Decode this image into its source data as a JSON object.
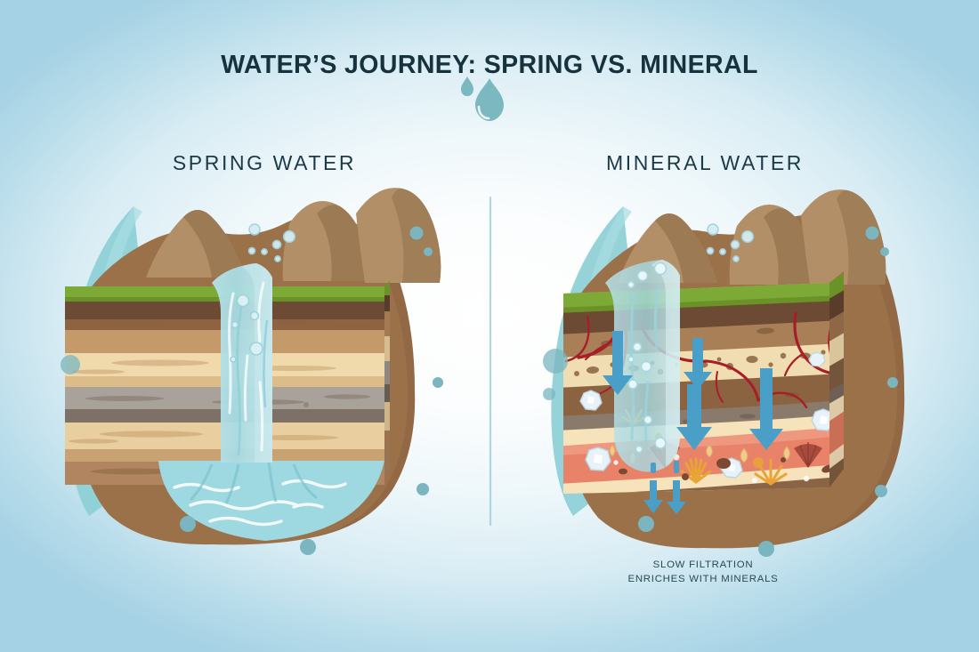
{
  "header": {
    "title": "WATER’S JOURNEY: SPRING VS. MINERAL",
    "drop_icon": "water-drop-icon"
  },
  "panels": [
    {
      "id": "spring",
      "label": "SPRING WATER",
      "caption": "",
      "illustration": {
        "name": "spring-water-cross-section",
        "description": "Geological cross-section block with waterfall flowing down to an underground pool",
        "surface": "grass",
        "water_feature": "waterfall",
        "aquifer": "pool",
        "layers": [
          {
            "name": "grass-topsoil",
            "color": "#7da936"
          },
          {
            "name": "dark-brown-soil",
            "color": "#6d4a33"
          },
          {
            "name": "tan-soil",
            "color": "#b0875f"
          },
          {
            "name": "light-sand",
            "color": "#f0d9ab"
          },
          {
            "name": "pale-sand",
            "color": "#e3c48f"
          },
          {
            "name": "grey-clay",
            "color": "#a09a95"
          },
          {
            "name": "dark-grey-band",
            "color": "#7d7067"
          },
          {
            "name": "beige-sediment",
            "color": "#e9cf9f"
          },
          {
            "name": "medium-brown",
            "color": "#b08560"
          },
          {
            "name": "deep-brown-base",
            "color": "#9c7049"
          }
        ]
      }
    },
    {
      "id": "mineral",
      "label": "MINERAL WATER",
      "caption_line1": "SLOW FILTRATION",
      "caption_line2": "ENRICHES WITH MINERALS",
      "illustration": {
        "name": "mineral-water-cross-section",
        "description": "Geological cross-section block with water percolating slowly through mineral-rich wavy strata",
        "surface": "grass",
        "water_feature": "percolating-column",
        "features": [
          "root-network",
          "mineral-crystals",
          "fossil-shells",
          "coral-fans",
          "gravel",
          "flow-arrows"
        ],
        "layers": [
          {
            "name": "grass-topsoil",
            "color": "#7da936"
          },
          {
            "name": "dark-brown-soil",
            "color": "#6d4a33"
          },
          {
            "name": "root-zone-brown",
            "color": "#a87f57"
          },
          {
            "name": "gravel-sand",
            "color": "#f0ddb1"
          },
          {
            "name": "mid-brown-soil",
            "color": "#8b6341"
          },
          {
            "name": "grey-band",
            "color": "#8a7a6b"
          },
          {
            "name": "cream-band",
            "color": "#f6e3bb"
          },
          {
            "name": "mineral-coral",
            "color": "#e8836a"
          },
          {
            "name": "cream-band-2",
            "color": "#f6e3bb"
          },
          {
            "name": "deep-brown-base",
            "color": "#8b6445"
          }
        ]
      }
    }
  ],
  "decor": {
    "divider": "vertical-divider",
    "bubbles": "air-bubbles",
    "dots": "teal-dots"
  },
  "colors": {
    "title": "#16323c",
    "label": "#1c3a46",
    "accent_teal": "#7ab5c0",
    "water": "#9ed8e0",
    "arrow_blue": "#4a9fc8",
    "grass": "#7da936",
    "coral": "#e8836a",
    "root_red": "#a81e28",
    "bg_edge": "#a6d2e5",
    "bg_center": "#ffffff"
  }
}
